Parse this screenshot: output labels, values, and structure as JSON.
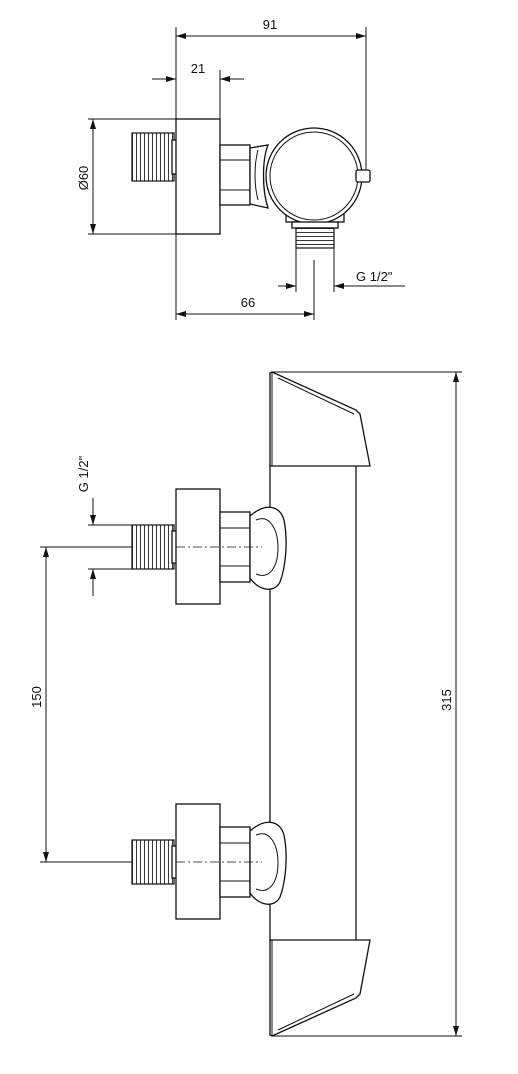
{
  "top_view": {
    "dims": {
      "width_total": "91",
      "wall_depth": "21",
      "diameter": "Ø60",
      "outlet_offset": "66",
      "outlet_thread": "G 1/2\""
    }
  },
  "front_view": {
    "dims": {
      "inlet_thread": "G 1/2\"",
      "inlet_spacing": "150",
      "total_length": "315"
    }
  },
  "colors": {
    "line": "#111111",
    "background": "#ffffff"
  }
}
